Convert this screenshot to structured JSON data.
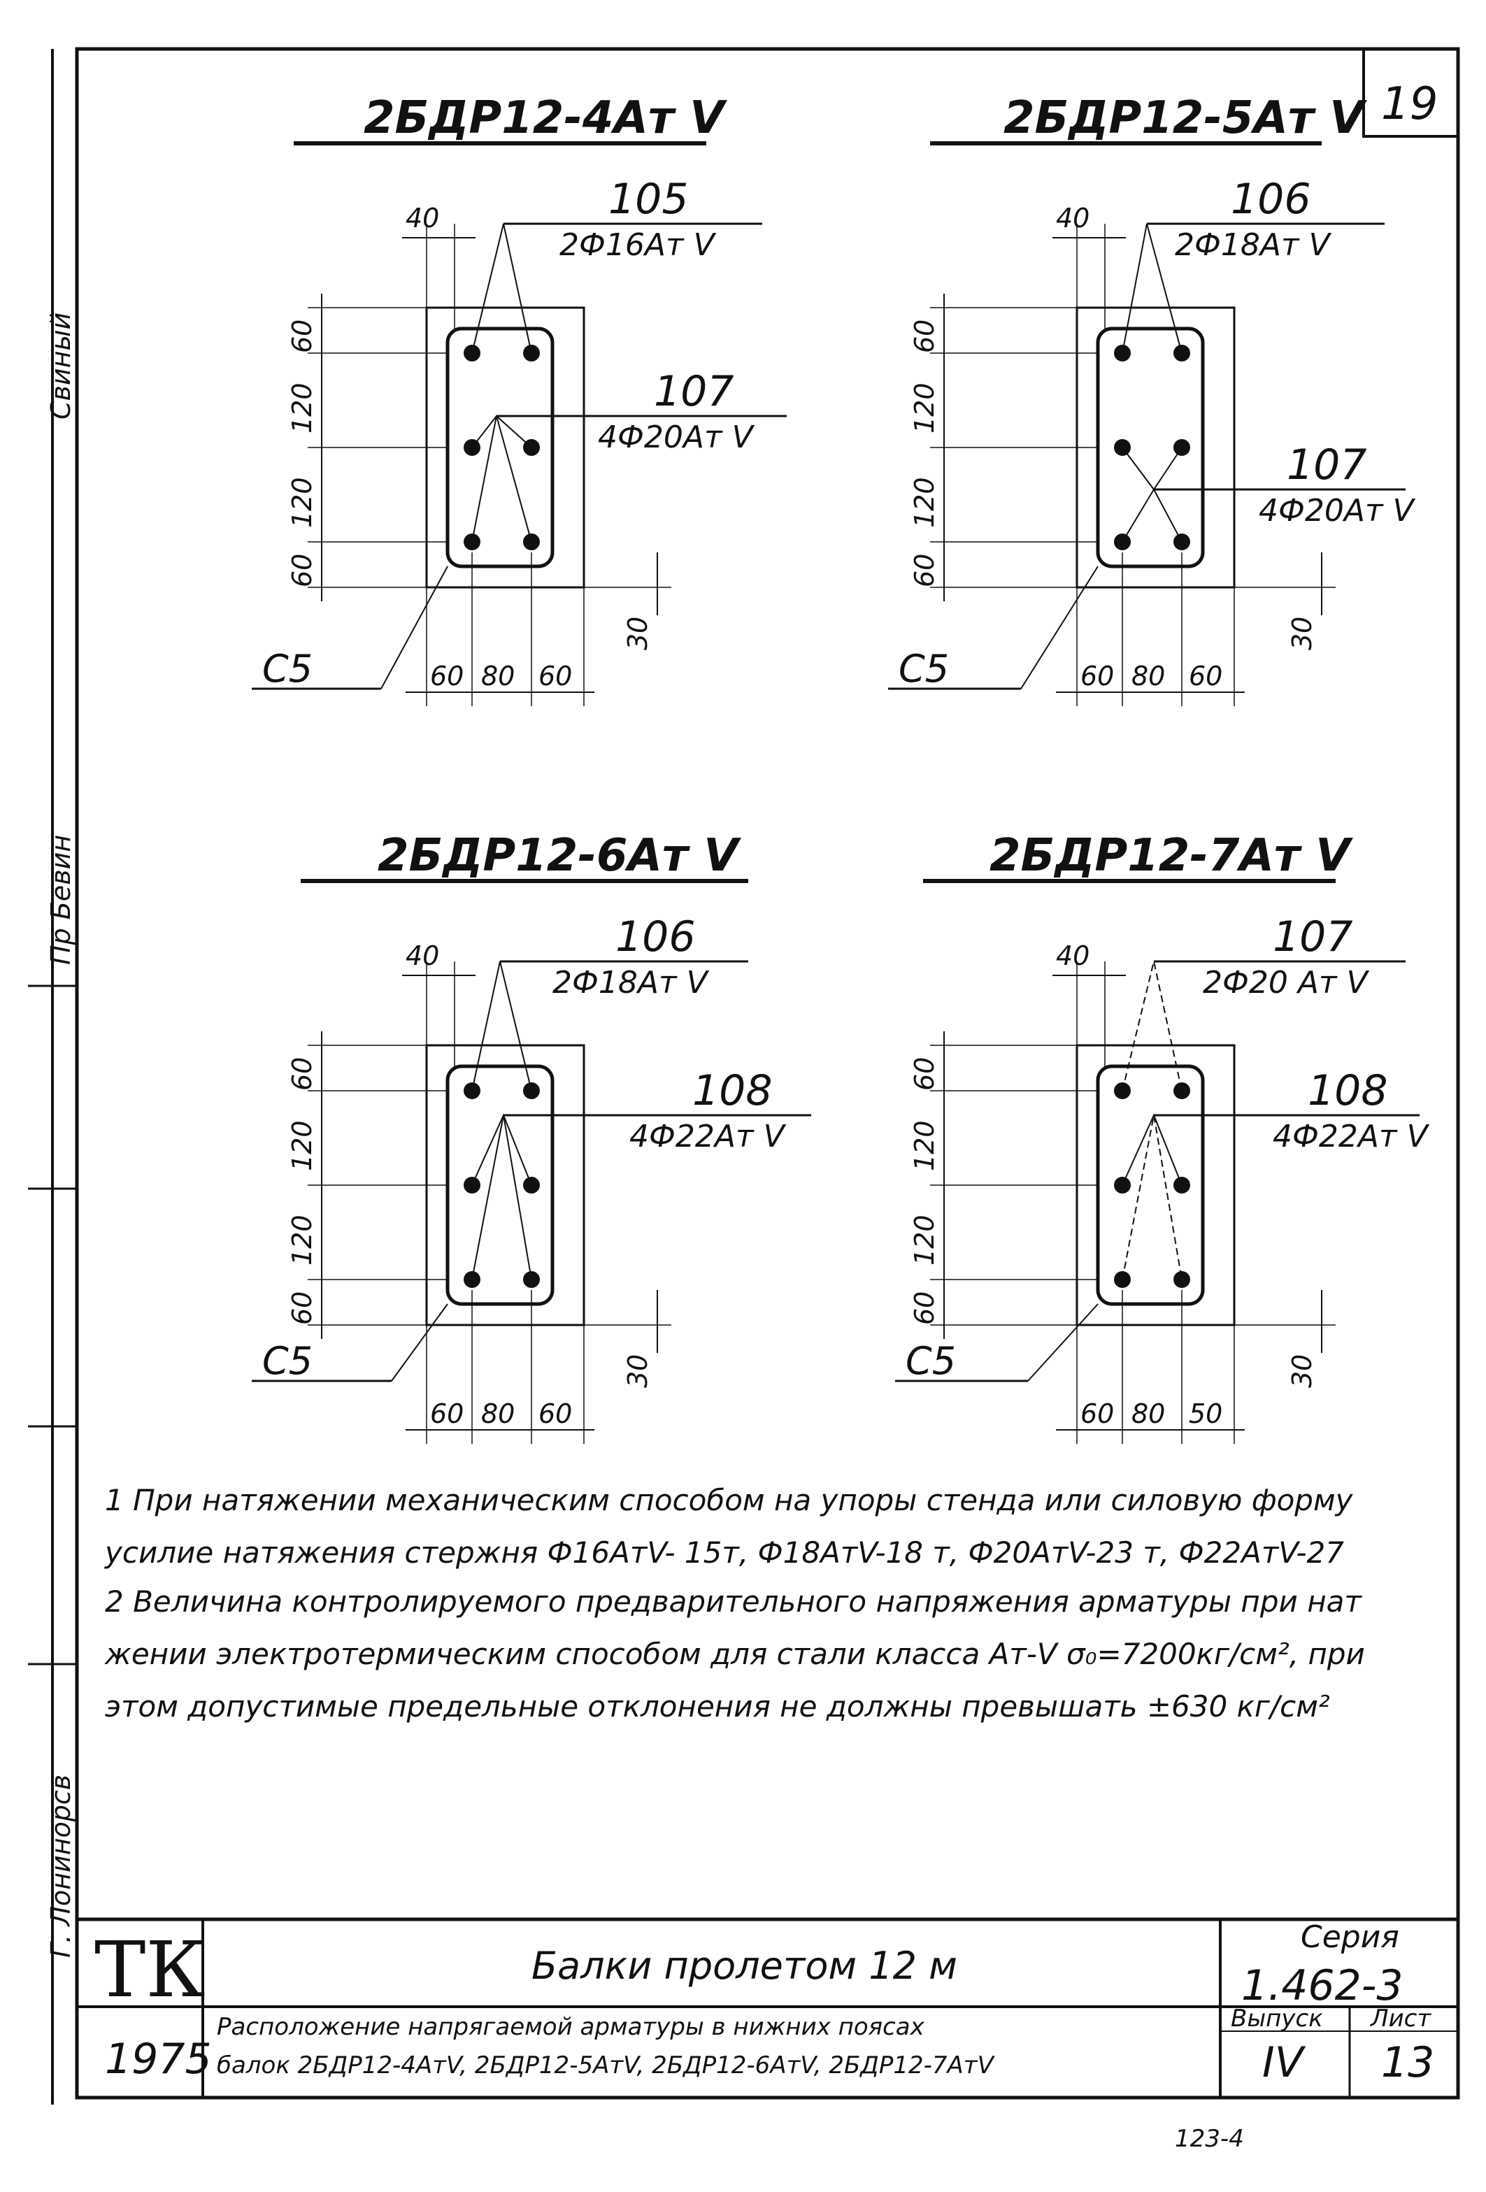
{
  "sheet_number": "19",
  "side_labels": {
    "top": "Свиный",
    "middle": "Пр Бевин",
    "bottom": "Г. Лонинорсв"
  },
  "sections": [
    {
      "title": "2БДР12-4Ат V",
      "top_bar_mark": "105",
      "top_bar_spec": "2Ф16Ат V",
      "low_bar_mark": "107",
      "low_bar_spec": "4Ф20Ат V",
      "dims_v": [
        "60",
        "120",
        "120",
        "60"
      ],
      "dims_h": [
        "60",
        "80",
        "60"
      ],
      "dim_cover_left": "40",
      "dim_bottom": "30",
      "c5": "С5"
    },
    {
      "title": "2БДР12-5Ат V",
      "top_bar_mark": "106",
      "top_bar_spec": "2Ф18Ат V",
      "low_bar_mark": "107",
      "low_bar_spec": "4Ф20Ат V",
      "dims_v": [
        "60",
        "120",
        "120",
        "60"
      ],
      "dims_h": [
        "60",
        "80",
        "60"
      ],
      "dim_cover_left": "40",
      "dim_bottom": "30",
      "c5": "С5"
    },
    {
      "title": "2БДР12-6Ат V",
      "top_bar_mark": "106",
      "top_bar_spec": "2Ф18Ат V",
      "low_bar_mark": "108",
      "low_bar_spec": "4Ф22Ат V",
      "dims_v": [
        "60",
        "120",
        "120",
        "60"
      ],
      "dims_h": [
        "60",
        "80",
        "60"
      ],
      "dim_cover_left": "40",
      "dim_bottom": "30",
      "c5": "С5"
    },
    {
      "title": "2БДР12-7Ат V",
      "top_bar_mark": "107",
      "top_bar_spec": "2Ф20 Ат V",
      "low_bar_mark": "108",
      "low_bar_spec": "4Ф22Ат V",
      "dims_v": [
        "60",
        "120",
        "120",
        "60"
      ],
      "dims_h": [
        "60",
        "80",
        "50"
      ],
      "dim_cover_left": "40",
      "dim_bottom": "30",
      "c5": "С5"
    }
  ],
  "notes": [
    "1 При натяжении механическим способом на упоры стенда или силовую форму",
    "усилие натяжения стержня Ф16АтV- 15т, Ф18АтV-18 т, Ф20АтV-23 т, Ф22АтV-27",
    "2 Величина контролируемого предварительного напряжения арматуры при нат",
    "жении электротермическим способом для стали класса Ат-V σ₀=7200кг/см², при",
    "этом допустимые предельные отклонения не должны превышать ±630 кг/см²"
  ],
  "title_block": {
    "logo": "ТК",
    "main_title": "Балки пролетом 12 м",
    "seria_label": "Серия",
    "seria_value": "1.462-3",
    "year": "1975",
    "subtitle_1": "Расположение напрягаемой арматуры в нижних поясах",
    "subtitle_2": "балок 2БДР12-4АтV, 2БДР12-5АтV, 2БДР12-6АтV, 2БДР12-7АтV",
    "vypusk_label": "Выпуск",
    "vypusk_value": "IV",
    "list_label": "Лист",
    "list_value": "13"
  },
  "footer_stamp": "123-4"
}
